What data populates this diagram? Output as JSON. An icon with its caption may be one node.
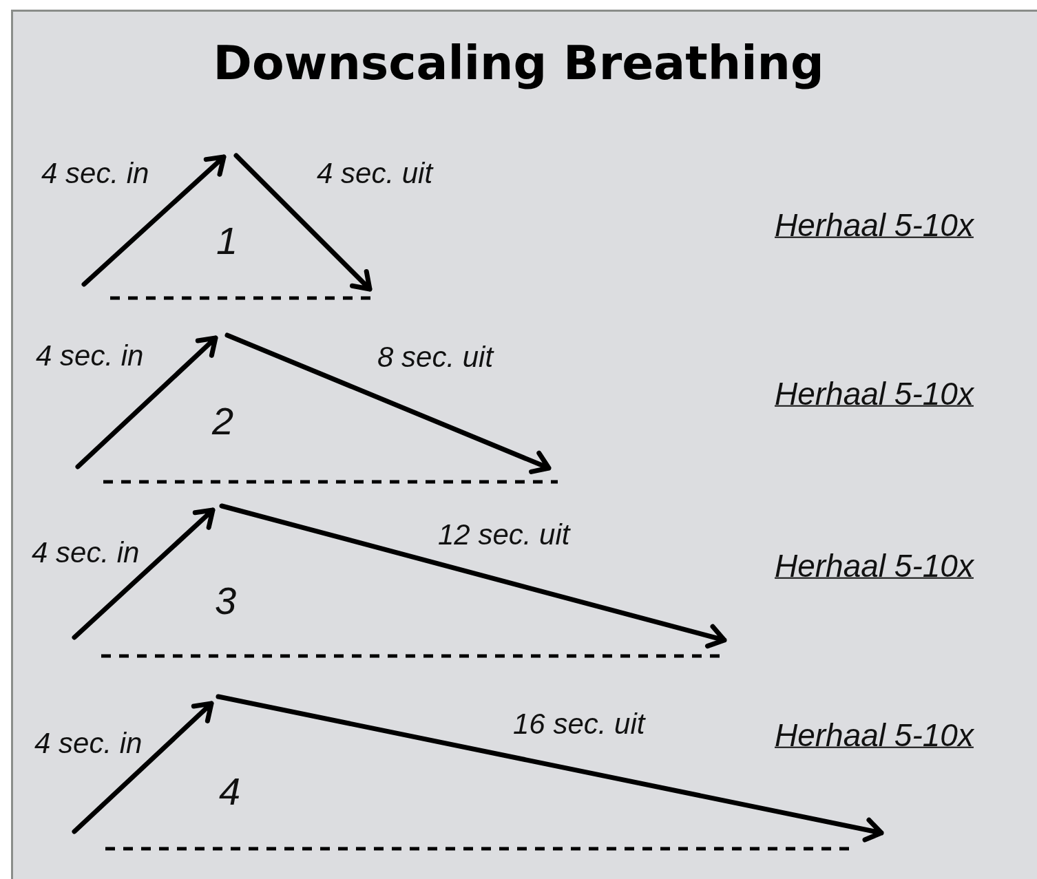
{
  "diagram": {
    "title": "Downscaling Breathing",
    "labels": [
      "4 sec. in",
      "4 sec. uit",
      "Herhaal 5-10x",
      "1",
      "4 sec. in",
      "8 sec. uit",
      "Herhaal 5-10x",
      "2",
      "4 sec. in",
      "12 sec. uit",
      "Herhaal 5-10x",
      "3",
      "4 sec. in",
      "16 sec. uit",
      "Herhaal 5-10x",
      "4"
    ]
  }
}
